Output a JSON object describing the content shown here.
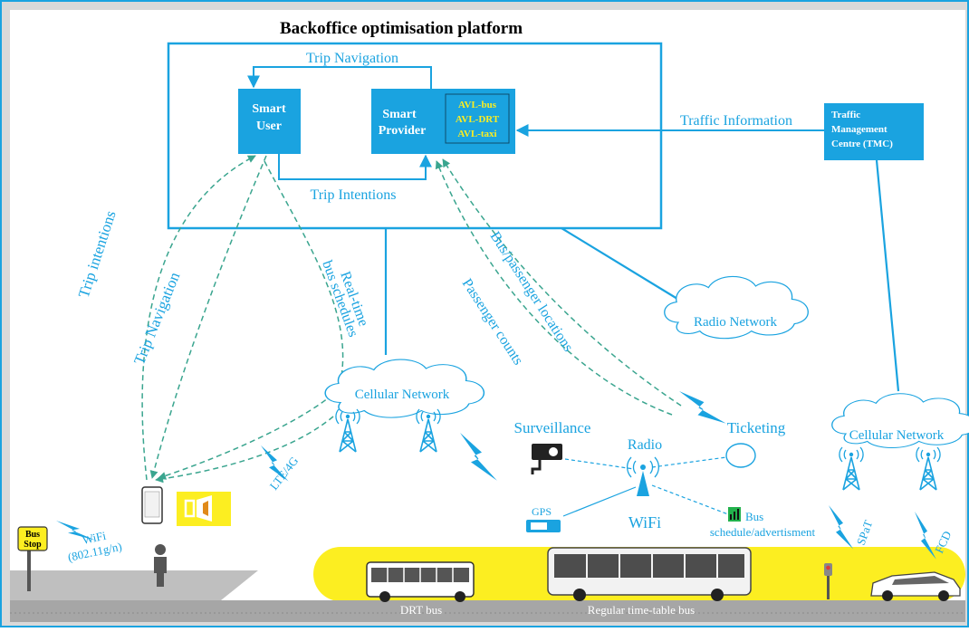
{
  "title": "Backoffice optimisation platform",
  "colors": {
    "cyan": "#1aa3e0",
    "yellow": "#fcee21",
    "ground": "#bfbfbf",
    "road": "#a6a6a6",
    "background": "#d9d9d9"
  },
  "boxes": {
    "smart_user": [
      "Smart",
      "User"
    ],
    "smart_provider": [
      "Smart",
      "Provider"
    ],
    "avl": [
      "AVL-bus",
      "AVL-DRT",
      "AVL-taxi"
    ],
    "tmc": [
      "Traffic",
      "Management",
      "Centre (TMC)"
    ]
  },
  "flows": {
    "trip_navigation_top": "Trip Navigation",
    "trip_intentions_bottom": "Trip Intentions",
    "traffic_information": "Traffic Information",
    "trip_intentions_left": "Trip intentions",
    "trip_navigation_left": "Trip Navigation",
    "real_time": "Real-time",
    "bus_schedules": "bus schedules",
    "bus_passenger_locations": "Bus/passenger  locations",
    "passenger_counts": "Passenger counts"
  },
  "networks": {
    "cellular_left": "Cellular Network",
    "radio": "Radio Network",
    "cellular_right": "Cellular Network"
  },
  "links": {
    "lte": "LTE/4G",
    "wifi_stop": "WiFi",
    "wifi_standard": "(802.11g/n)",
    "spat": "SPaT",
    "fcd": "FCD"
  },
  "onboard": {
    "surveillance": "Surveillance",
    "radio": "Radio",
    "ticketing": "Ticketing",
    "gps": "GPS",
    "wifi": "WiFi",
    "bus_schedule_1": "Bus",
    "bus_schedule_2": "schedule/advertisment"
  },
  "bus_stop": [
    "Bus",
    "Stop"
  ],
  "vehicles": {
    "drt_bus": "DRT bus",
    "regular_bus": "Regular time-table bus"
  },
  "icons": [
    "cell-tower-icon",
    "lightning-icon",
    "camera-icon",
    "phone-icon",
    "display-icon",
    "person-icon",
    "gps-icon",
    "traffic-light-icon",
    "car-icon",
    "bus-icon"
  ]
}
